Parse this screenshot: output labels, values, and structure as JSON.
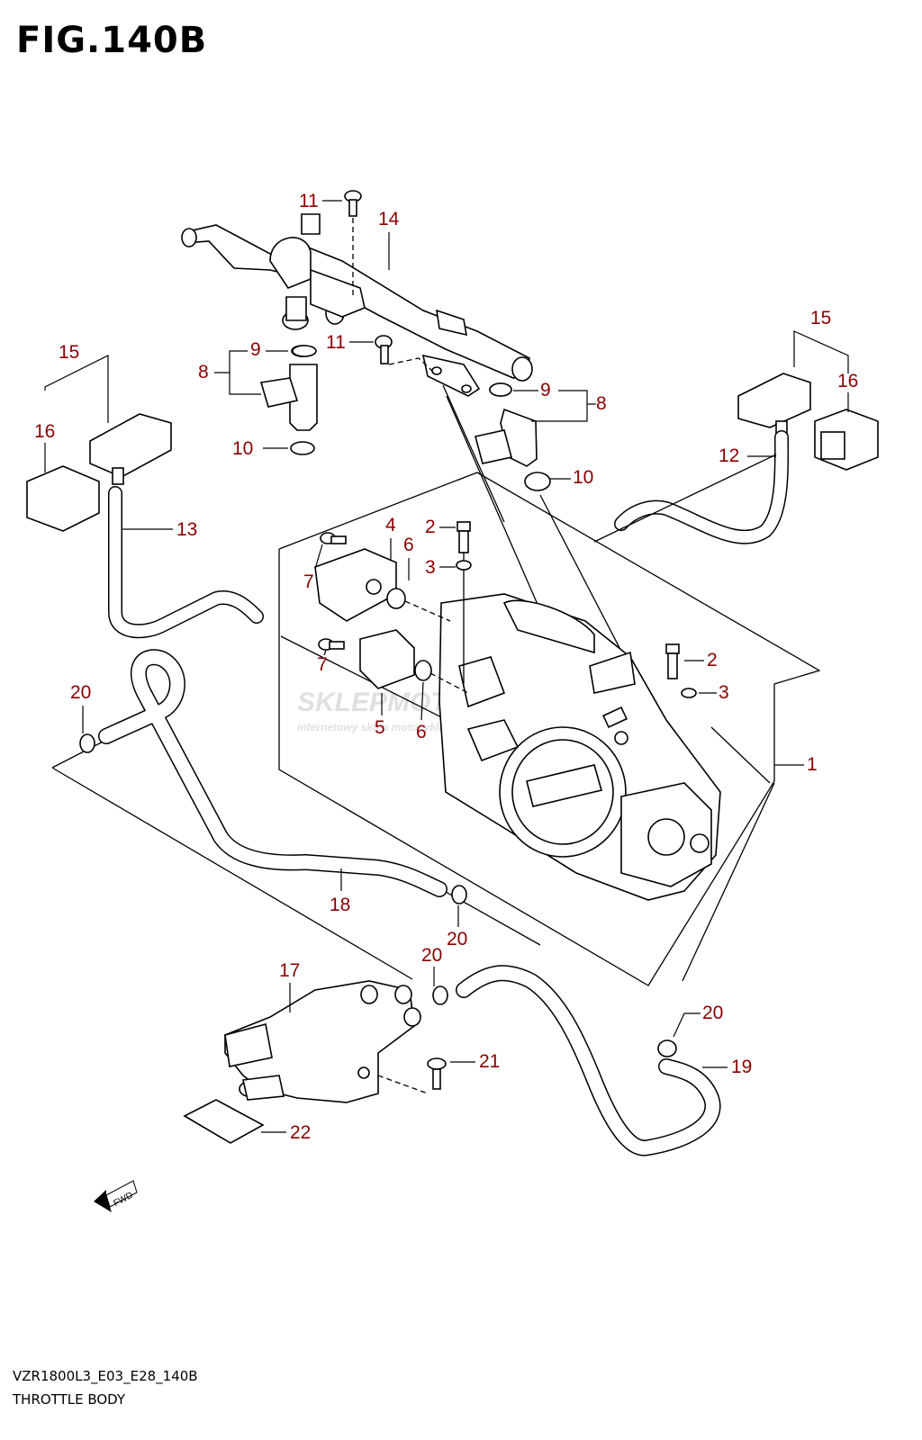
{
  "figure": {
    "title": "FIG.140B",
    "code": "VZR1800L3_E03_E28_140B",
    "name": "THROTTLE BODY"
  },
  "watermark": {
    "brand": "SKLEPMOTOCYKLOWY",
    "tagline": "internetowy sklep motocyklowy"
  },
  "fwd_label": "FWD",
  "colors": {
    "callout_number": "#8b0000",
    "line": "#000000",
    "watermark": "#c8c8c8"
  },
  "callouts": [
    {
      "id": "c11a",
      "label": "11"
    },
    {
      "id": "c14",
      "label": "14"
    },
    {
      "id": "c15a",
      "label": "15"
    },
    {
      "id": "c16a",
      "label": "16"
    },
    {
      "id": "c9a",
      "label": "9"
    },
    {
      "id": "c8a",
      "label": "8"
    },
    {
      "id": "c11b",
      "label": "11"
    },
    {
      "id": "c10a",
      "label": "10"
    },
    {
      "id": "c9b",
      "label": "9"
    },
    {
      "id": "c8b",
      "label": "8"
    },
    {
      "id": "c10b",
      "label": "10"
    },
    {
      "id": "c15b",
      "label": "15"
    },
    {
      "id": "c16b",
      "label": "16"
    },
    {
      "id": "c12",
      "label": "12"
    },
    {
      "id": "c13",
      "label": "13"
    },
    {
      "id": "c4",
      "label": "4"
    },
    {
      "id": "c2a",
      "label": "2"
    },
    {
      "id": "c6a",
      "label": "6"
    },
    {
      "id": "c3a",
      "label": "3"
    },
    {
      "id": "c7a",
      "label": "7"
    },
    {
      "id": "c7b",
      "label": "7"
    },
    {
      "id": "c5",
      "label": "5"
    },
    {
      "id": "c6b",
      "label": "6"
    },
    {
      "id": "c2b",
      "label": "2"
    },
    {
      "id": "c3b",
      "label": "3"
    },
    {
      "id": "c1",
      "label": "1"
    },
    {
      "id": "c20a",
      "label": "20"
    },
    {
      "id": "c18",
      "label": "18"
    },
    {
      "id": "c20b",
      "label": "20"
    },
    {
      "id": "c20c",
      "label": "20"
    },
    {
      "id": "c17",
      "label": "17"
    },
    {
      "id": "c20d",
      "label": "20"
    },
    {
      "id": "c21",
      "label": "21"
    },
    {
      "id": "c19",
      "label": "19"
    },
    {
      "id": "c22",
      "label": "22"
    }
  ]
}
